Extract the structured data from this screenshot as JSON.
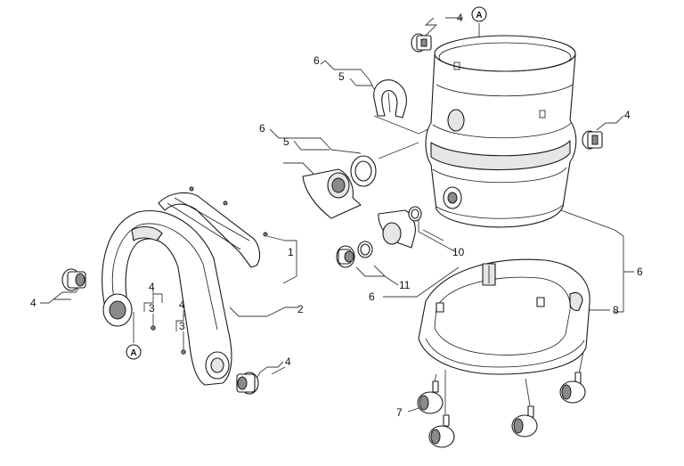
{
  "diagram": {
    "callouts": {
      "c1": "1",
      "c2": "2",
      "c3a": "3",
      "c3b": "3",
      "c4a": "4",
      "c4b": "4",
      "c4c": "4",
      "c4d": "4",
      "c4e": "4",
      "c4f": "4",
      "c5a": "5",
      "c5b": "5",
      "c6a": "6",
      "c6b": "6",
      "c6c": "6",
      "c6d": "6",
      "c7": "7",
      "c8": "8",
      "c10": "10",
      "c11": "11"
    },
    "refA_top": "A",
    "refA_bottom": "A"
  }
}
